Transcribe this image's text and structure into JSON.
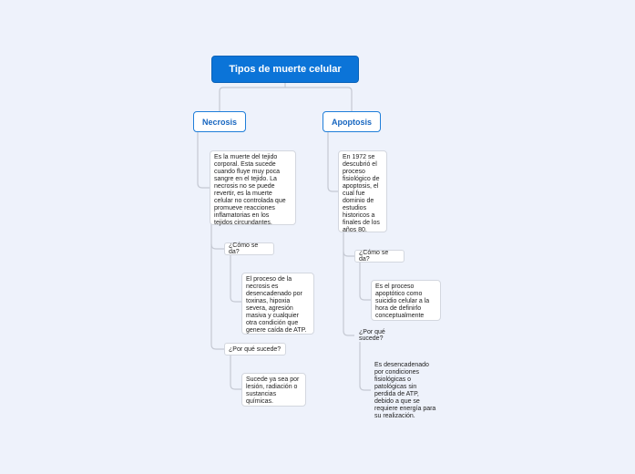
{
  "root": {
    "label": "Tipos de muerte celular"
  },
  "necrosis": {
    "label": "Necrosis",
    "definition": "Es la muerte del tejido\ncorporal. Esta sucede\ncuando fluye muy poca\nsangre en el tejido. La\nnecrosis no se puede\nrevertir, es la muerte\ncelular no controlada que\npromueve reacciones\ninflamatorias en los\ntejidos circundantes.",
    "como": {
      "question": "¿Cómo se da?",
      "answer": "El proceso de la\nnecrosis es\ndesencadenado por\ntoxinas, hipoxia\nsevera, agresión\nmasiva y cualquier\notra condición que\ngenere caída de ATP."
    },
    "porque": {
      "question": "¿Por qué sucede?",
      "answer": "Sucede ya sea por\nlesión, radiación o\nsustancias\nquímicas."
    }
  },
  "apoptosis": {
    "label": "Apoptosis",
    "definition": "En 1972 se\ndescubrió el\nproceso\nfisiológico de\napoptosis, el\ncual fue\ndominio de\nestudios\nhistoricos a\nfinales de los\naños 80.",
    "como": {
      "question": "¿Cómo se da?",
      "answer": "Es el proceso\napoptótico como\nsuicidio celular a la\nhora de definirlo\nconceptualmente"
    },
    "porque": {
      "question": "¿Por qué sucede?",
      "answer": "Es desencadenado\npor condiciones\nfisiológicas o\npatológicas sin\nperdida de ATP,\ndebido a que se\nrequiere energía para\nsu realización."
    }
  }
}
